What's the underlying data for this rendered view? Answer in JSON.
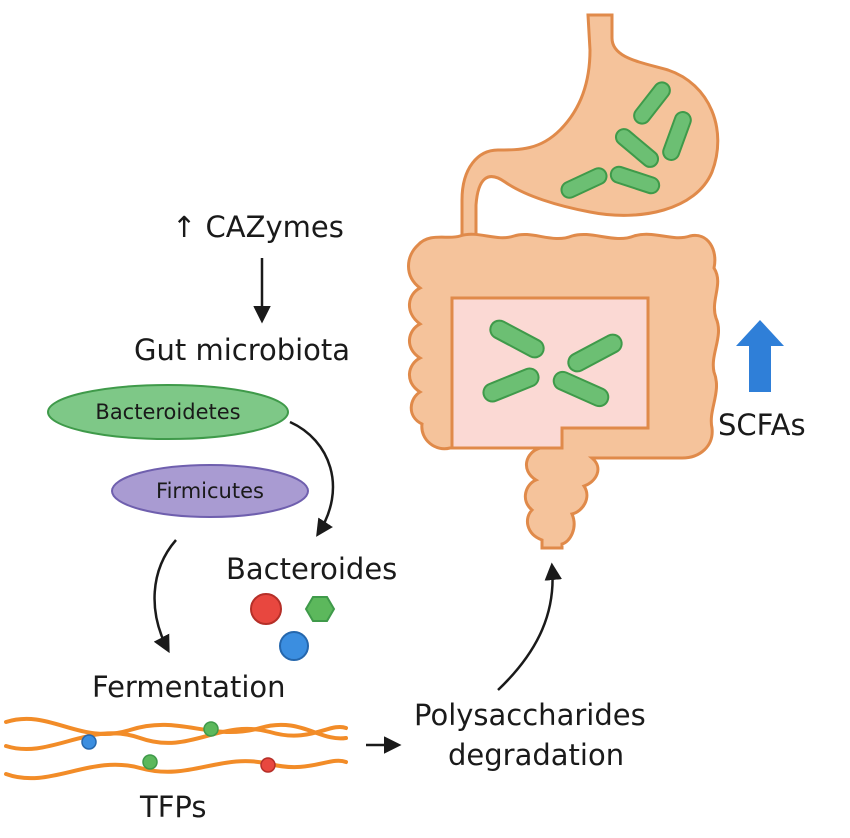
{
  "labels": {
    "cazymes": "↑ CAZymes",
    "gut_microbiota": "Gut microbiota",
    "bacteroidetes": "Bacteroidetes",
    "firmicutes": "Firmicutes",
    "bacteroides": "Bacteroides",
    "fermentation": "Fermentation",
    "tfps": "TFPs",
    "polysaccharides_line1": "Polysaccharides",
    "polysaccharides_line2": "degradation",
    "scfas": "SCFAs"
  },
  "colors": {
    "organ_fill": "#f5c39b",
    "organ_stroke": "#e08a4a",
    "lumen_fill": "#fbd9d4",
    "bacteria_fill": "#6cbf73",
    "bacteria_stroke": "#3f9a4a",
    "bacteroidetes_fill": "#7ec887",
    "firmicutes_fill": "#a99bd2",
    "chain": "#f28c28",
    "red": "#e8473f",
    "blue": "#3b8ee0",
    "green": "#5cb85c",
    "scfa_arrow": "#2f7fd8",
    "arrow": "#1a1a1a"
  }
}
